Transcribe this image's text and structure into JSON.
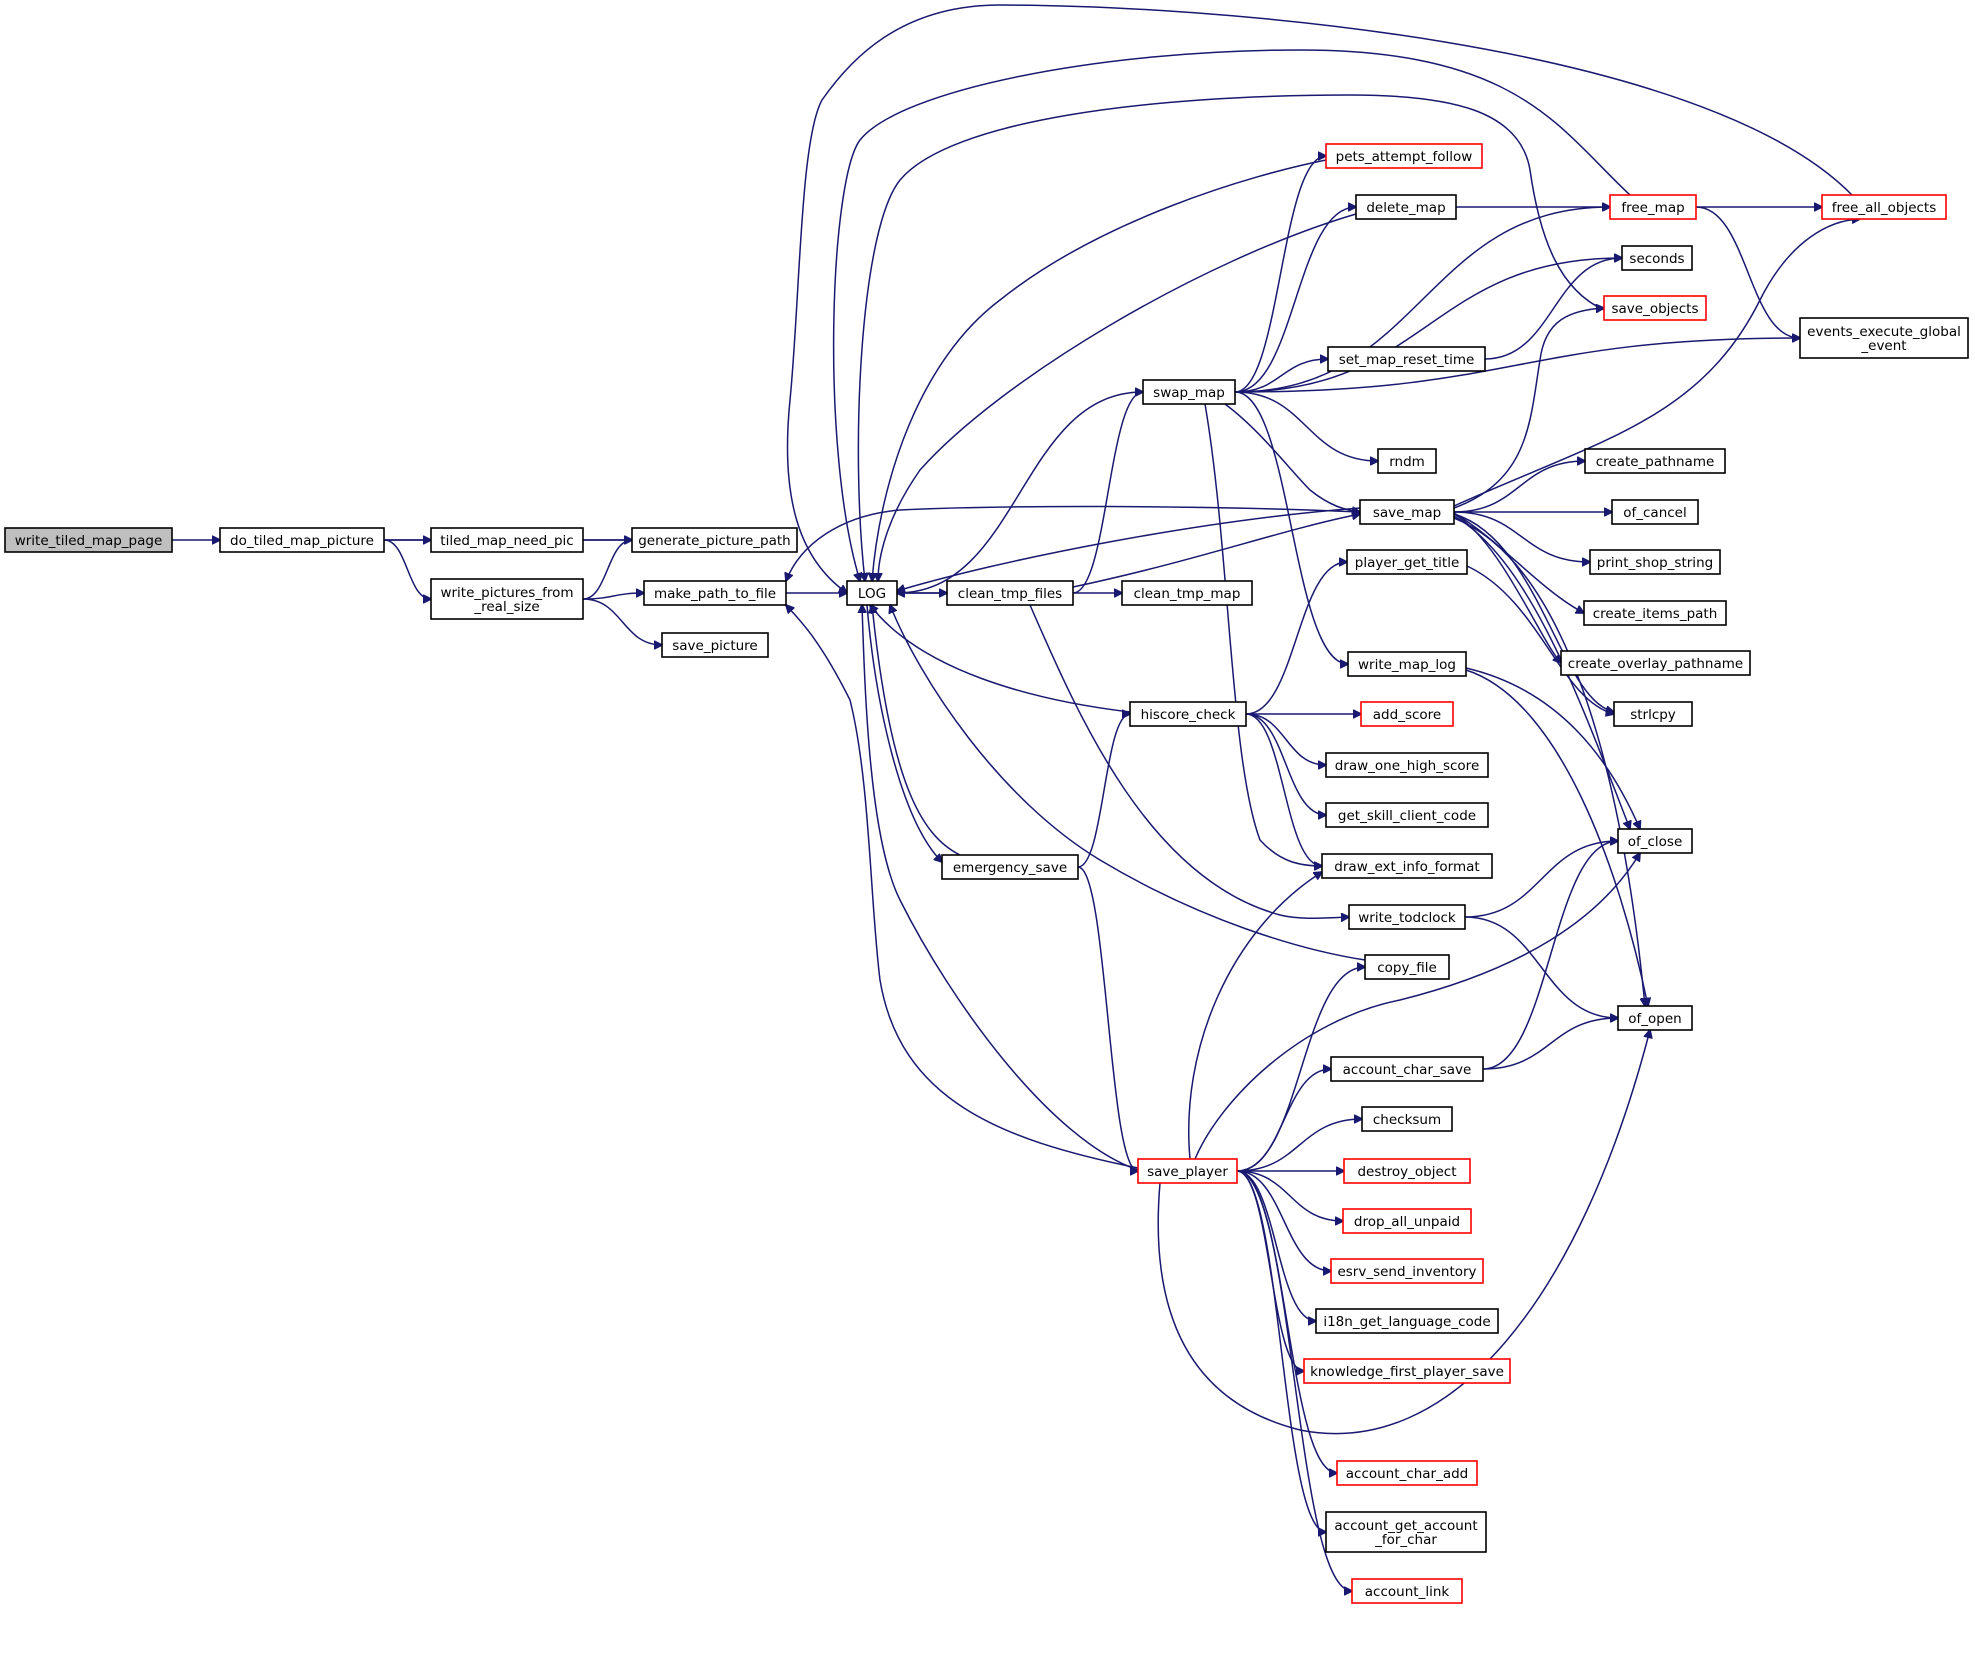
{
  "theme": {
    "edge_color": "#191970",
    "normal_border": "#000000",
    "unresolved_border": "#ff0000",
    "root_fill": "#bfbfbf",
    "node_fill": "#ffffff"
  },
  "nodes": [
    {
      "id": "write_tiled_map_page",
      "lines": [
        "write_tiled_map_page"
      ],
      "style": "root"
    },
    {
      "id": "do_tiled_map_picture",
      "lines": [
        "do_tiled_map_picture"
      ],
      "style": "normal"
    },
    {
      "id": "tiled_map_need_pic",
      "lines": [
        "tiled_map_need_pic"
      ],
      "style": "normal"
    },
    {
      "id": "generate_picture_path",
      "lines": [
        "generate_picture_path"
      ],
      "style": "normal"
    },
    {
      "id": "write_pictures_from_real_size",
      "lines": [
        "write_pictures_from",
        "_real_size"
      ],
      "style": "normal"
    },
    {
      "id": "make_path_to_file",
      "lines": [
        "make_path_to_file"
      ],
      "style": "normal"
    },
    {
      "id": "save_picture",
      "lines": [
        "save_picture"
      ],
      "style": "normal"
    },
    {
      "id": "LOG",
      "lines": [
        "LOG"
      ],
      "style": "normal"
    },
    {
      "id": "clean_tmp_files",
      "lines": [
        "clean_tmp_files"
      ],
      "style": "normal"
    },
    {
      "id": "clean_tmp_map",
      "lines": [
        "clean_tmp_map"
      ],
      "style": "normal"
    },
    {
      "id": "emergency_save",
      "lines": [
        "emergency_save"
      ],
      "style": "normal"
    },
    {
      "id": "swap_map",
      "lines": [
        "swap_map"
      ],
      "style": "normal"
    },
    {
      "id": "hiscore_check",
      "lines": [
        "hiscore_check"
      ],
      "style": "normal"
    },
    {
      "id": "save_player",
      "lines": [
        "save_player"
      ],
      "style": "unresolved"
    },
    {
      "id": "pets_attempt_follow",
      "lines": [
        "pets_attempt_follow"
      ],
      "style": "unresolved"
    },
    {
      "id": "delete_map",
      "lines": [
        "delete_map"
      ],
      "style": "normal"
    },
    {
      "id": "set_map_reset_time",
      "lines": [
        "set_map_reset_time"
      ],
      "style": "normal"
    },
    {
      "id": "rndm",
      "lines": [
        "rndm"
      ],
      "style": "normal"
    },
    {
      "id": "save_map",
      "lines": [
        "save_map"
      ],
      "style": "normal"
    },
    {
      "id": "player_get_title",
      "lines": [
        "player_get_title"
      ],
      "style": "normal"
    },
    {
      "id": "write_map_log",
      "lines": [
        "write_map_log"
      ],
      "style": "normal"
    },
    {
      "id": "add_score",
      "lines": [
        "add_score"
      ],
      "style": "unresolved"
    },
    {
      "id": "draw_one_high_score",
      "lines": [
        "draw_one_high_score"
      ],
      "style": "normal"
    },
    {
      "id": "get_skill_client_code",
      "lines": [
        "get_skill_client_code"
      ],
      "style": "normal"
    },
    {
      "id": "draw_ext_info_format",
      "lines": [
        "draw_ext_info_format"
      ],
      "style": "normal"
    },
    {
      "id": "write_todclock",
      "lines": [
        "write_todclock"
      ],
      "style": "normal"
    },
    {
      "id": "copy_file",
      "lines": [
        "copy_file"
      ],
      "style": "normal"
    },
    {
      "id": "account_char_save",
      "lines": [
        "account_char_save"
      ],
      "style": "normal"
    },
    {
      "id": "checksum",
      "lines": [
        "checksum"
      ],
      "style": "normal"
    },
    {
      "id": "destroy_object",
      "lines": [
        "destroy_object"
      ],
      "style": "unresolved"
    },
    {
      "id": "drop_all_unpaid",
      "lines": [
        "drop_all_unpaid"
      ],
      "style": "unresolved"
    },
    {
      "id": "esrv_send_inventory",
      "lines": [
        "esrv_send_inventory"
      ],
      "style": "unresolved"
    },
    {
      "id": "i18n_get_language_code",
      "lines": [
        "i18n_get_language_code"
      ],
      "style": "normal"
    },
    {
      "id": "knowledge_first_player_save",
      "lines": [
        "knowledge_first_player_save"
      ],
      "style": "unresolved"
    },
    {
      "id": "account_char_add",
      "lines": [
        "account_char_add"
      ],
      "style": "unresolved"
    },
    {
      "id": "account_get_account_for_char",
      "lines": [
        "account_get_account",
        "_for_char"
      ],
      "style": "normal"
    },
    {
      "id": "account_link",
      "lines": [
        "account_link"
      ],
      "style": "unresolved"
    },
    {
      "id": "free_map",
      "lines": [
        "free_map"
      ],
      "style": "unresolved"
    },
    {
      "id": "seconds",
      "lines": [
        "seconds"
      ],
      "style": "normal"
    },
    {
      "id": "save_objects",
      "lines": [
        "save_objects"
      ],
      "style": "unresolved"
    },
    {
      "id": "create_pathname",
      "lines": [
        "create_pathname"
      ],
      "style": "normal"
    },
    {
      "id": "of_cancel",
      "lines": [
        "of_cancel"
      ],
      "style": "normal"
    },
    {
      "id": "print_shop_string",
      "lines": [
        "print_shop_string"
      ],
      "style": "normal"
    },
    {
      "id": "create_items_path",
      "lines": [
        "create_items_path"
      ],
      "style": "normal"
    },
    {
      "id": "create_overlay_pathname",
      "lines": [
        "create_overlay_pathname"
      ],
      "style": "normal"
    },
    {
      "id": "strlcpy",
      "lines": [
        "strlcpy"
      ],
      "style": "normal"
    },
    {
      "id": "of_close",
      "lines": [
        "of_close"
      ],
      "style": "normal"
    },
    {
      "id": "of_open",
      "lines": [
        "of_open"
      ],
      "style": "normal"
    },
    {
      "id": "free_all_objects",
      "lines": [
        "free_all_objects"
      ],
      "style": "unresolved"
    },
    {
      "id": "events_execute_global_event",
      "lines": [
        "events_execute_global",
        "_event"
      ],
      "style": "normal"
    }
  ],
  "edges": [
    [
      "write_tiled_map_page",
      "do_tiled_map_picture"
    ],
    [
      "do_tiled_map_picture",
      "generate_picture_path"
    ],
    [
      "do_tiled_map_picture",
      "tiled_map_need_pic"
    ],
    [
      "do_tiled_map_picture",
      "write_pictures_from_real_size"
    ],
    [
      "tiled_map_need_pic",
      "generate_picture_path"
    ],
    [
      "write_pictures_from_real_size",
      "generate_picture_path"
    ],
    [
      "write_pictures_from_real_size",
      "make_path_to_file"
    ],
    [
      "write_pictures_from_real_size",
      "save_picture"
    ],
    [
      "make_path_to_file",
      "LOG"
    ],
    [
      "LOG",
      "clean_tmp_files"
    ],
    [
      "LOG",
      "emergency_save"
    ],
    [
      "clean_tmp_files",
      "LOG"
    ],
    [
      "clean_tmp_files",
      "clean_tmp_map"
    ],
    [
      "clean_tmp_files",
      "swap_map"
    ],
    [
      "clean_tmp_files",
      "save_map"
    ],
    [
      "clean_tmp_files",
      "write_todclock"
    ],
    [
      "emergency_save",
      "LOG"
    ],
    [
      "emergency_save",
      "hiscore_check"
    ],
    [
      "emergency_save",
      "save_player"
    ],
    [
      "swap_map",
      "LOG"
    ],
    [
      "swap_map",
      "pets_attempt_follow"
    ],
    [
      "swap_map",
      "delete_map"
    ],
    [
      "swap_map",
      "free_map"
    ],
    [
      "swap_map",
      "seconds"
    ],
    [
      "swap_map",
      "set_map_reset_time"
    ],
    [
      "swap_map",
      "events_execute_global_event"
    ],
    [
      "swap_map",
      "rndm"
    ],
    [
      "swap_map",
      "save_map"
    ],
    [
      "swap_map",
      "write_map_log"
    ],
    [
      "swap_map",
      "draw_ext_info_format"
    ],
    [
      "set_map_reset_time",
      "seconds"
    ],
    [
      "delete_map",
      "LOG"
    ],
    [
      "delete_map",
      "free_map"
    ],
    [
      "pets_attempt_follow",
      "LOG"
    ],
    [
      "free_map",
      "LOG"
    ],
    [
      "free_map",
      "free_all_objects"
    ],
    [
      "free_map",
      "events_execute_global_event"
    ],
    [
      "free_all_objects",
      "LOG"
    ],
    [
      "save_objects",
      "LOG"
    ],
    [
      "save_map",
      "LOG"
    ],
    [
      "save_map",
      "make_path_to_file"
    ],
    [
      "save_map",
      "free_all_objects"
    ],
    [
      "save_map",
      "save_objects"
    ],
    [
      "save_map",
      "create_pathname"
    ],
    [
      "save_map",
      "of_cancel"
    ],
    [
      "save_map",
      "print_shop_string"
    ],
    [
      "save_map",
      "create_items_path"
    ],
    [
      "save_map",
      "create_overlay_pathname"
    ],
    [
      "save_map",
      "strlcpy"
    ],
    [
      "save_map",
      "of_close"
    ],
    [
      "save_map",
      "of_open"
    ],
    [
      "hiscore_check",
      "LOG"
    ],
    [
      "hiscore_check",
      "player_get_title"
    ],
    [
      "hiscore_check",
      "add_score"
    ],
    [
      "hiscore_check",
      "draw_one_high_score"
    ],
    [
      "hiscore_check",
      "get_skill_client_code"
    ],
    [
      "hiscore_check",
      "draw_ext_info_format"
    ],
    [
      "player_get_title",
      "strlcpy"
    ],
    [
      "write_map_log",
      "of_close"
    ],
    [
      "write_map_log",
      "of_open"
    ],
    [
      "write_todclock",
      "of_close"
    ],
    [
      "write_todclock",
      "of_open"
    ],
    [
      "copy_file",
      "LOG"
    ],
    [
      "account_char_save",
      "of_close"
    ],
    [
      "account_char_save",
      "of_open"
    ],
    [
      "save_player",
      "LOG"
    ],
    [
      "save_player",
      "make_path_to_file"
    ],
    [
      "save_player",
      "draw_ext_info_format"
    ],
    [
      "save_player",
      "copy_file"
    ],
    [
      "save_player",
      "of_close"
    ],
    [
      "save_player",
      "account_char_save"
    ],
    [
      "save_player",
      "checksum"
    ],
    [
      "save_player",
      "destroy_object"
    ],
    [
      "save_player",
      "drop_all_unpaid"
    ],
    [
      "save_player",
      "esrv_send_inventory"
    ],
    [
      "save_player",
      "i18n_get_language_code"
    ],
    [
      "save_player",
      "knowledge_first_player_save"
    ],
    [
      "save_player",
      "of_open"
    ],
    [
      "save_player",
      "account_char_add"
    ],
    [
      "save_player",
      "account_get_account_for_char"
    ],
    [
      "save_player",
      "account_link"
    ]
  ]
}
